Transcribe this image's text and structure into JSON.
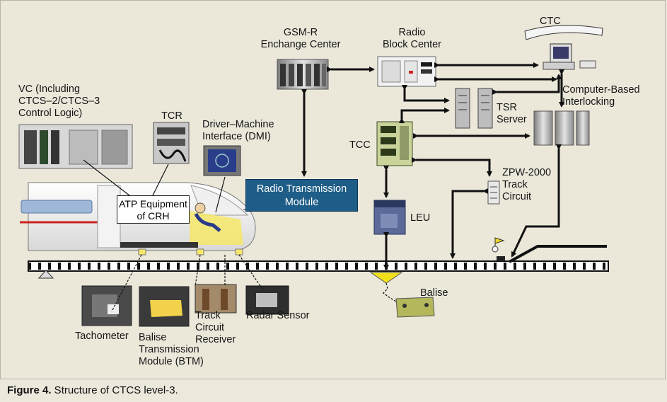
{
  "diagram": {
    "labels": {
      "gsmr": "GSM-R\nEnchange Center",
      "rbc": "Radio\nBlock Center",
      "ctc": "CTC",
      "cbi": "Computer-Based\nInterlocking",
      "tsr": "TSR\nServer",
      "tcc": "TCC",
      "zpw": "ZPW-2000\nTrack\nCircuit",
      "leu": "LEU",
      "balise": "Balise",
      "vc": "VC (Including\nCTCS–2/CTCS–3\nControl Logic)",
      "tcr": "TCR",
      "dmi": "Driver–Machine\nInterface (DMI)",
      "rtm": "Radio Transmission\nModule",
      "atp": "ATP Equipment\nof CRH",
      "tachometer": "Tachometer",
      "btm": "Balise\nTransmission\nModule (BTM)",
      "tcr_receiver": "Track\nCircuit\nReceiver",
      "radar": "Radar Sensor"
    },
    "colors": {
      "background": "#ebe8da",
      "rtm_box": "#1e5d87",
      "train_stripe_red": "#cc2222",
      "train_window_blue": "#9fb8d8",
      "rail": "#111111"
    }
  },
  "caption": {
    "figure": "Figure 4.",
    "text": " Structure of CTCS level-3."
  }
}
